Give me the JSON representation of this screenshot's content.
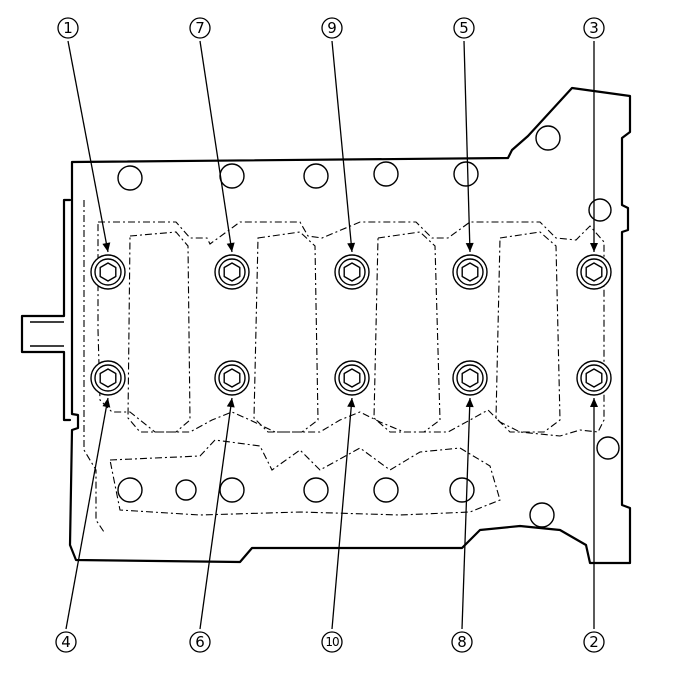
{
  "diagram": {
    "bolts": [
      {
        "label": "1"
      },
      {
        "label": "7"
      },
      {
        "label": "9"
      },
      {
        "label": "5"
      },
      {
        "label": "3"
      },
      {
        "label": "4"
      },
      {
        "label": "6"
      },
      {
        "label": "10"
      },
      {
        "label": "8"
      },
      {
        "label": "2"
      }
    ]
  }
}
